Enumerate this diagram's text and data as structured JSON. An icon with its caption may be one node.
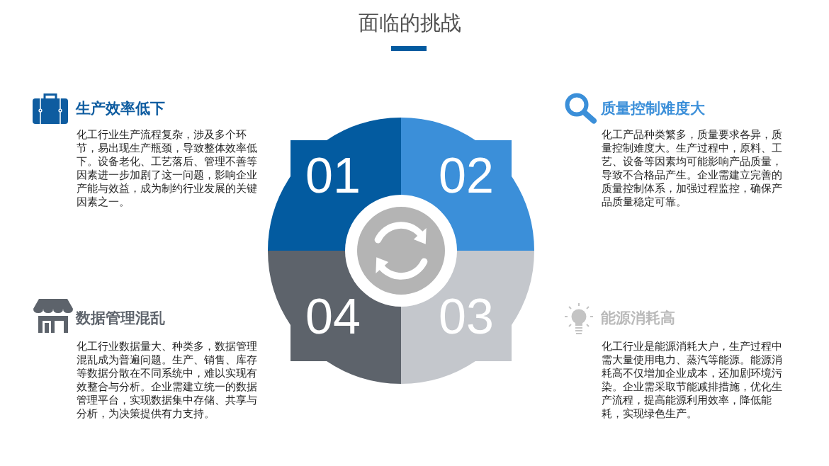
{
  "diagram": {
    "title": "面临的挑战",
    "nodes": [
      {
        "text": [
          "01"
        ]
      },
      {
        "text": [
          "02"
        ]
      },
      {
        "text": [
          "04"
        ]
      },
      {
        "text": [
          "03"
        ]
      }
    ],
    "labels": [
      "生产效率低下",
      "化工行业生产流程复杂，涉及多个环节，易出现生产瓶颈，导致整体效率低下。设备老化、工艺落后、管理不善等因素进一步加剧了这一问题，影响企业产能与效益，成为制约行业发展的关键因素之一。",
      "质量控制难度大",
      "化工产品种类繁多，质量要求各异，质量控制难度大。生产过程中，原料、工艺、设备等因素均可能影响产品质量，导致不合格品产生。企业需建立完善的质量控制体系，加强过程监控，确保产品质量稳定可靠。",
      "数据管理混乱",
      "化工行业数据量大、种类多，数据管理混乱成为普遍问题。生产、销售、库存等数据分散在不同系统中，难以实现有效整合与分析。企业需建立统一的数据管理平台，实现数据集中存储、共享与分析，为决策提供有力支持。",
      "能源消耗高",
      "化工行业是能源消耗大户，生产过程中需大量使用电力、蒸汽等能源。能源消耗高不仅增加企业成本，还加剧环境污染。企业需采取节能减排措施，优化生产流程，提高能源利用效率，降低能耗，实现绿色生产。"
    ]
  }
}
